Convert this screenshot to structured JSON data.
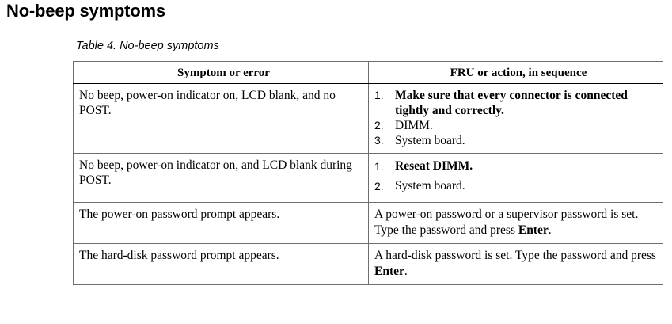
{
  "page": {
    "title": "No-beep symptoms"
  },
  "table": {
    "caption": "Table 4. No-beep symptoms",
    "columns": [
      {
        "header": "Symptom or error"
      },
      {
        "header": "FRU or action, in sequence"
      }
    ],
    "rows": [
      {
        "symptom": "No beep, power-on indicator on, LCD blank, and no POST.",
        "fru_type": "list",
        "fru_items": [
          {
            "num": "1.",
            "text": "Make sure that every connector is connected tightly and correctly.",
            "bold": true
          },
          {
            "num": "2.",
            "text": "DIMM.",
            "bold": false
          },
          {
            "num": "3.",
            "text": "System board.",
            "bold": false
          }
        ]
      },
      {
        "symptom": "No beep, power-on indicator on, and LCD blank during POST.",
        "fru_type": "list",
        "fru_items": [
          {
            "num": "1.",
            "text": "Reseat DIMM.",
            "bold": true
          },
          {
            "num": "2.",
            "text": "System board.",
            "bold": false
          }
        ]
      },
      {
        "symptom": "The power-on password prompt appears.",
        "fru_type": "paragraph",
        "fru_text_before": "A power-on password or a supervisor password is set. Type the password and press ",
        "fru_text_bold": "Enter",
        "fru_text_after": "."
      },
      {
        "symptom": "The hard-disk password prompt appears.",
        "fru_type": "paragraph",
        "fru_text_before": "A hard-disk password is set. Type the password and press ",
        "fru_text_bold": "Enter",
        "fru_text_after": "."
      }
    ]
  },
  "colors": {
    "text": "#000000",
    "border_outer": "#6e6e6e",
    "border_header": "#000000",
    "background": "#ffffff"
  }
}
